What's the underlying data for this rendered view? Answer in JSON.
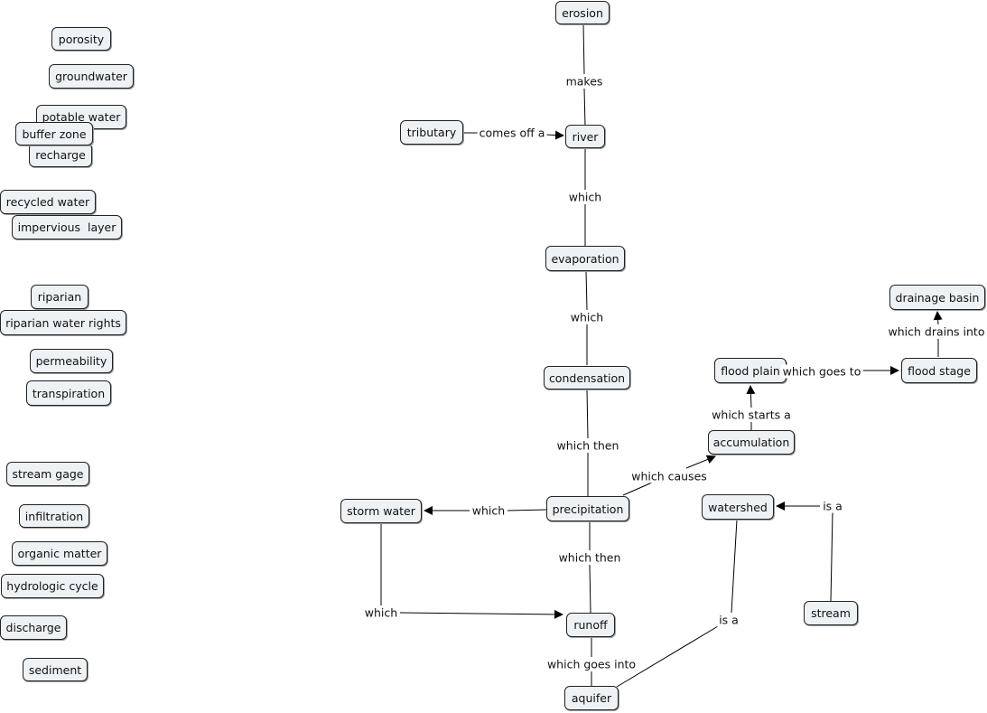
{
  "diagram": {
    "nodes": {
      "porosity": "porosity",
      "groundwater": "groundwater",
      "potable_water": "potable water",
      "buffer_zone": "buffer zone",
      "recharge": "recharge",
      "recycled_water": "recycled water",
      "impervious_layer": "impervious  layer",
      "riparian": "riparian",
      "riparian_water_rights": "riparian water rights",
      "permeability": "permeability",
      "transpiration": "transpiration",
      "stream_gage": "stream gage",
      "infiltration": "infiltration",
      "organic_matter": "organic matter",
      "hydrologic_cycle": "hydrologic cycle",
      "discharge": "discharge",
      "sediment": "sediment",
      "erosion": "erosion",
      "tributary": "tributary",
      "river": "river",
      "evaporation": "evaporation",
      "condensation": "condensation",
      "precipitation": "precipitation",
      "storm_water": "storm water",
      "runoff": "runoff",
      "aquifer": "aquifer",
      "accumulation": "accumulation",
      "flood_plain": "flood plain",
      "flood_stage": "flood stage",
      "drainage_basin": "drainage basin",
      "watershed": "watershed",
      "stream": "stream"
    },
    "edges": {
      "makes": "makes",
      "comes_off_a": "comes off a",
      "which_river_evap": "which",
      "which_evap_cond": "which",
      "which_then_cond_precip": "which then",
      "which_causes": "which causes",
      "which_starts_a": "which starts a",
      "which_goes_to": "which goes to",
      "which_drains_into": "which drains into",
      "which_precip_storm": "which",
      "which_storm_runoff": "which",
      "which_then_precip_runoff": "which then",
      "which_goes_into": "which goes into",
      "is_a_aquifer_watershed": "is a",
      "is_a_stream_watershed": "is a"
    }
  }
}
